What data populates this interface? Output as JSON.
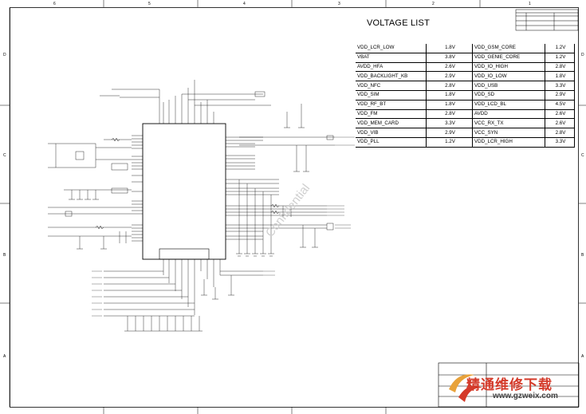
{
  "voltage_list": {
    "title": "VOLTAGE LIST",
    "rows": [
      {
        "n1": "VDD_LCR_LOW",
        "v1": "1.8V",
        "n2": "VDD_GSM_CORE",
        "v2": "1.2V"
      },
      {
        "n1": "VBAT",
        "v1": "3.8V",
        "n2": "VDD_GENIE_CORE",
        "v2": "1.2V"
      },
      {
        "n1": "AVDD_HFA",
        "v1": "2.6V",
        "n2": "VDD_IO_HIGH",
        "v2": "2.8V"
      },
      {
        "n1": "VDD_BACKLIGHT_KB",
        "v1": "2.9V",
        "n2": "VDD_IO_LOW",
        "v2": "1.8V"
      },
      {
        "n1": "VDD_NFC",
        "v1": "2.8V",
        "n2": "VDD_USB",
        "v2": "3.3V"
      },
      {
        "n1": "VDD_SIM",
        "v1": "1.8V",
        "n2": "VDD_SD",
        "v2": "2.9V"
      },
      {
        "n1": "VDD_RF_BT",
        "v1": "1.8V",
        "n2": "VDD_LCD_BL",
        "v2": "4.5V"
      },
      {
        "n1": "VDD_FM",
        "v1": "2.8V",
        "n2": "AVDD",
        "v2": "2.6V"
      },
      {
        "n1": "VDD_MEM_CARD",
        "v1": "3.3V",
        "n2": "VCC_RX_TX",
        "v2": "2.6V"
      },
      {
        "n1": "VDD_VIB",
        "v1": "2.9V",
        "n2": "VCC_SYN",
        "v2": "2.8V"
      },
      {
        "n1": "VDD_PLL",
        "v1": "1.2V",
        "n2": "VDD_LCR_HIGH",
        "v2": "3.3V"
      }
    ]
  },
  "grid": {
    "columns": [
      "6",
      "5",
      "4",
      "3",
      "2",
      "1"
    ],
    "rows": [
      "D",
      "C",
      "B",
      "A"
    ]
  },
  "watermark": {
    "site_name": "精通维修下载",
    "url": "www.gzweix.com"
  },
  "confidential_text": "Confidential"
}
